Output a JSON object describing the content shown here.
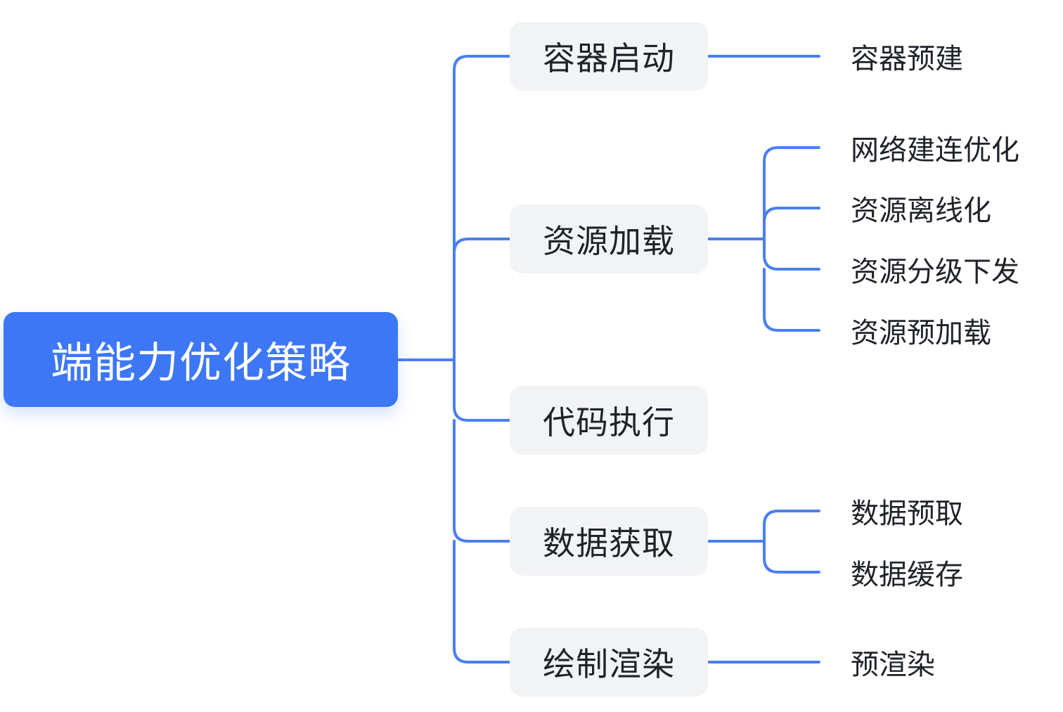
{
  "root": {
    "label": "端能力优化策略"
  },
  "branches": [
    {
      "label": "容器启动",
      "children": [
        "容器预建"
      ]
    },
    {
      "label": "资源加载",
      "children": [
        "网络建连优化",
        "资源离线化",
        "资源分级下发",
        "资源预加载"
      ]
    },
    {
      "label": "代码执行",
      "children": []
    },
    {
      "label": "数据获取",
      "children": [
        "数据预取",
        "数据缓存"
      ]
    },
    {
      "label": "绘制渲染",
      "children": [
        "预渲染"
      ]
    }
  ],
  "colors": {
    "root_fill": "#3d77f5",
    "root_text": "#ffffff",
    "branch_fill": "#f2f3f5",
    "text": "#1f2329",
    "connector": "#4a7ff0"
  }
}
